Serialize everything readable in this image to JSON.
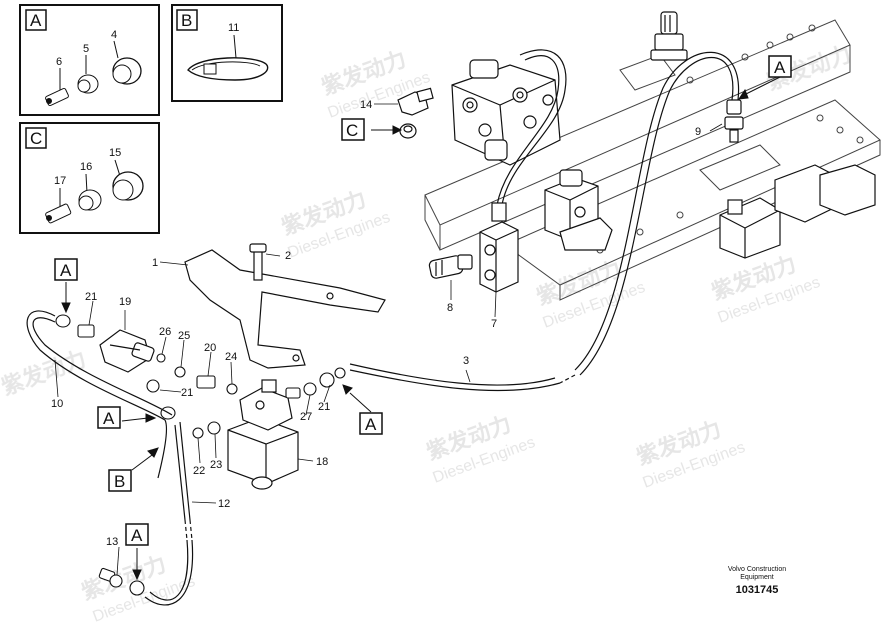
{
  "watermark": {
    "brand": "紫发动力",
    "sub": "Diesel-Engines"
  },
  "legend_boxes": [
    {
      "letter": "A",
      "items": [
        "6",
        "5",
        "4"
      ]
    },
    {
      "letter": "B",
      "items": [
        "11"
      ]
    },
    {
      "letter": "C",
      "items": [
        "17",
        "16",
        "15"
      ]
    }
  ],
  "callouts": [
    "A",
    "A",
    "A",
    "A",
    "A",
    "B",
    "C"
  ],
  "part_numbers": [
    "1",
    "2",
    "3",
    "7",
    "8",
    "9",
    "10",
    "12",
    "13",
    "14",
    "18",
    "19",
    "20",
    "21",
    "21",
    "21",
    "22",
    "23",
    "24",
    "25",
    "26",
    "27"
  ],
  "footer": {
    "line1": "Volvo Construction",
    "line2": "Equipment",
    "doc_number": "1031745"
  }
}
